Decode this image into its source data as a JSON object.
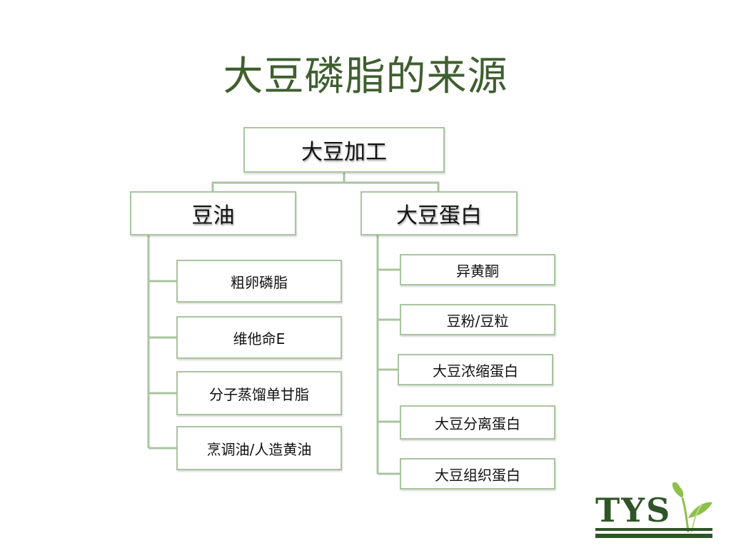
{
  "title": "大豆磷脂的来源",
  "root": "大豆加工",
  "branches": [
    {
      "label": "豆油",
      "children": [
        "粗卵磷脂",
        "维他命E",
        "分子蒸馏单甘脂",
        "烹调油/人造黄油"
      ]
    },
    {
      "label": "大豆蛋白",
      "children": [
        "异黄酮",
        "豆粉/豆粒",
        "大豆浓缩蛋白",
        "大豆分离蛋白",
        "大豆组织蛋白"
      ]
    }
  ],
  "logo": {
    "text": "TYS",
    "icon": "sprout-icon"
  },
  "colors": {
    "title": "#3f5f2f",
    "border": "#a9c4a0",
    "logo": "#2f5526"
  }
}
